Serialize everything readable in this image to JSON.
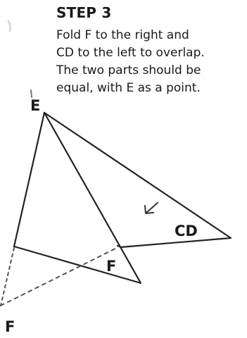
{
  "step": {
    "title": "STEP 3",
    "instruction_lines": [
      "Fold F to the right and",
      "CD to the left to overlap.",
      "The two parts should be",
      "equal, with E as a point."
    ]
  },
  "diagram": {
    "labels": {
      "e": "E",
      "cd": "CD",
      "f_folded": "F",
      "f_original": "F"
    },
    "ink_color": "#222222",
    "dashed_color": "#555555"
  }
}
